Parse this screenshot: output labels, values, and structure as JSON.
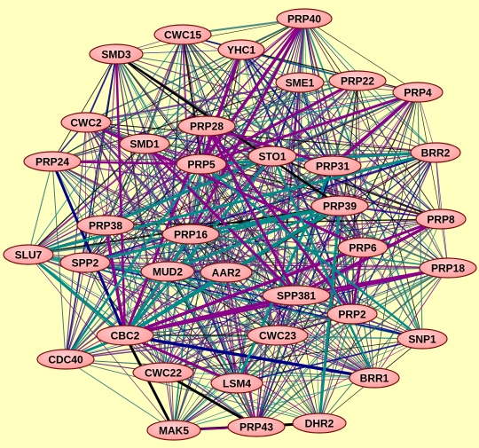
{
  "diagram": {
    "background": "#FFFFC0",
    "node_fill": "#FF9A9A",
    "node_stroke": "#7a1010",
    "edge_colors": {
      "purple": "#8B008B",
      "teal": "#008B8B",
      "navy": "#00008B",
      "black": "#000000"
    },
    "nodes": [
      "PRP40",
      "CWC15",
      "YHC1",
      "SMD3",
      "SME1",
      "PRP22",
      "PRP4",
      "CWC2",
      "PRP28",
      "SMD1",
      "STO1",
      "BRR2",
      "PRP24",
      "PRP5",
      "PRP31",
      "PRP39",
      "PRP8",
      "PRP38",
      "PRP16",
      "SLU7",
      "PRP6",
      "SPP2",
      "MUD2",
      "AAR2",
      "PRP18",
      "SPP381",
      "PRP2",
      "CBC2",
      "CWC23",
      "SNP1",
      "CDC40",
      "CWC22",
      "LSM4",
      "BRR1",
      "MAK5",
      "PRP43",
      "DHR2"
    ],
    "highlighted_edges": [
      {
        "source": "CBC2",
        "target": "PRP38",
        "color": "purple",
        "weight": 3.5
      },
      {
        "source": "CBC2",
        "target": "PRP28",
        "color": "purple",
        "weight": 3
      },
      {
        "source": "CBC2",
        "target": "PRP6",
        "color": "purple",
        "weight": 3.5
      },
      {
        "source": "CBC2",
        "target": "SPP381",
        "color": "purple",
        "weight": 3.5
      },
      {
        "source": "CBC2",
        "target": "PRP39",
        "color": "teal",
        "weight": 4
      },
      {
        "source": "CBC2",
        "target": "STO1",
        "color": "teal",
        "weight": 3
      },
      {
        "source": "CBC2",
        "target": "BRR1",
        "color": "navy",
        "weight": 3.5
      },
      {
        "source": "CBC2",
        "target": "PRP24",
        "color": "navy",
        "weight": 3
      },
      {
        "source": "CBC2",
        "target": "SLU7",
        "color": "teal",
        "weight": 3
      },
      {
        "source": "CBC2",
        "target": "MAK5",
        "color": "black",
        "weight": 3
      },
      {
        "source": "CBC2",
        "target": "LSM4",
        "color": "purple",
        "weight": 3
      },
      {
        "source": "CBC2",
        "target": "PRP16",
        "color": "teal",
        "weight": 3
      },
      {
        "source": "CBC2",
        "target": "AAR2",
        "color": "teal",
        "weight": 3
      },
      {
        "source": "CBC2",
        "target": "PRP8",
        "color": "purple",
        "weight": 3
      },
      {
        "source": "CBC2",
        "target": "PRP18",
        "color": "purple",
        "weight": 3
      },
      {
        "source": "CBC2",
        "target": "CDC40",
        "color": "teal",
        "weight": 3
      },
      {
        "source": "CBC2",
        "target": "SMD3",
        "color": "purple",
        "weight": 2.5
      },
      {
        "source": "PRP40",
        "target": "PRP5",
        "color": "purple",
        "weight": 3.5
      },
      {
        "source": "PRP40",
        "target": "PRP16",
        "color": "purple",
        "weight": 3
      },
      {
        "source": "PRP4",
        "target": "PRP31",
        "color": "purple",
        "weight": 3.5
      },
      {
        "source": "PRP4",
        "target": "PRP5",
        "color": "purple",
        "weight": 3
      },
      {
        "source": "YHC1",
        "target": "PRP5",
        "color": "purple",
        "weight": 3.5
      },
      {
        "source": "PRP22",
        "target": "PRP5",
        "color": "purple",
        "weight": 3
      },
      {
        "source": "SPP381",
        "target": "PRP8",
        "color": "purple",
        "weight": 3.5
      },
      {
        "source": "PRP2",
        "target": "PRP6",
        "color": "purple",
        "weight": 3
      },
      {
        "source": "PRP18",
        "target": "SPP381",
        "color": "purple",
        "weight": 3
      },
      {
        "source": "BRR2",
        "target": "PRP5",
        "color": "teal",
        "weight": 3
      },
      {
        "source": "SPP2",
        "target": "PRP39",
        "color": "teal",
        "weight": 3
      },
      {
        "source": "SLU7",
        "target": "BRR2",
        "color": "teal",
        "weight": 3
      },
      {
        "source": "PRP39",
        "target": "MUD2",
        "color": "teal",
        "weight": 3
      },
      {
        "source": "PRP39",
        "target": "DHR2",
        "color": "teal",
        "weight": 3
      },
      {
        "source": "LSM4",
        "target": "PRP31",
        "color": "teal",
        "weight": 3
      },
      {
        "source": "PRP38",
        "target": "STO1",
        "color": "teal",
        "weight": 3
      },
      {
        "source": "DHR2",
        "target": "MAK5",
        "color": "black",
        "weight": 3
      },
      {
        "source": "CWC22",
        "target": "PRP43",
        "color": "black",
        "weight": 3
      },
      {
        "source": "MAK5",
        "target": "PRP43",
        "color": "purple",
        "weight": 2
      },
      {
        "source": "SMD1",
        "target": "SPP381",
        "color": "purple",
        "weight": 3
      },
      {
        "source": "CWC2",
        "target": "PRP6",
        "color": "purple",
        "weight": 3
      },
      {
        "source": "PRP24",
        "target": "PRP5",
        "color": "purple",
        "weight": 2.5
      },
      {
        "source": "SMD3",
        "target": "PRP39",
        "color": "black",
        "weight": 2.5
      },
      {
        "source": "PRP16",
        "target": "PRP39",
        "color": "teal",
        "weight": 3
      },
      {
        "source": "PRP28",
        "target": "PRP2",
        "color": "purple",
        "weight": 3
      },
      {
        "source": "CDC40",
        "target": "PRP5",
        "color": "teal",
        "weight": 2.5
      },
      {
        "source": "BRR1",
        "target": "STO1",
        "color": "teal",
        "weight": 2.5
      },
      {
        "source": "SNP1",
        "target": "PRP5",
        "color": "teal",
        "weight": 2.5
      },
      {
        "source": "PRP28",
        "target": "PRP31",
        "color": "purple",
        "weight": 3
      },
      {
        "source": "PRP28",
        "target": "SPP381",
        "color": "purple",
        "weight": 3
      }
    ]
  }
}
